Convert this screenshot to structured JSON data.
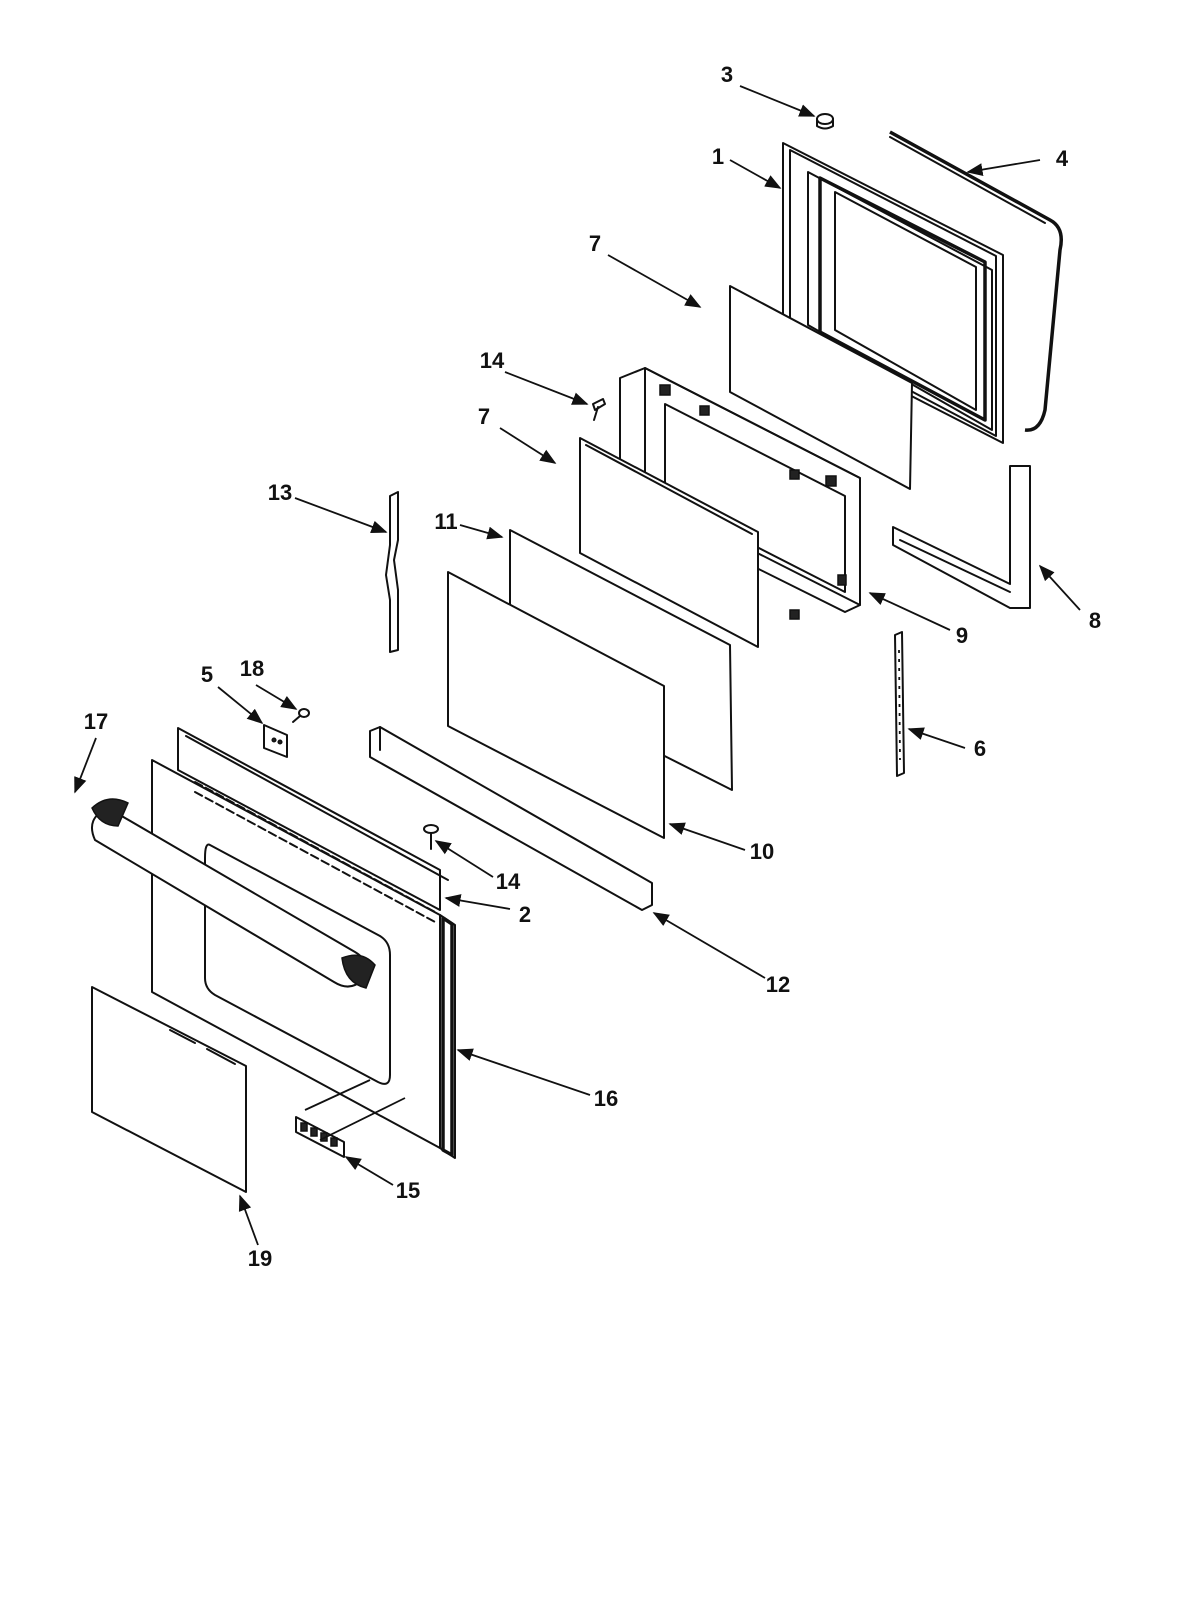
{
  "callouts": [
    "1",
    "2",
    "3",
    "4",
    "5",
    "6",
    "7",
    "7",
    "8",
    "9",
    "10",
    "11",
    "12",
    "13",
    "14",
    "14",
    "15",
    "16",
    "17",
    "18",
    "19"
  ]
}
